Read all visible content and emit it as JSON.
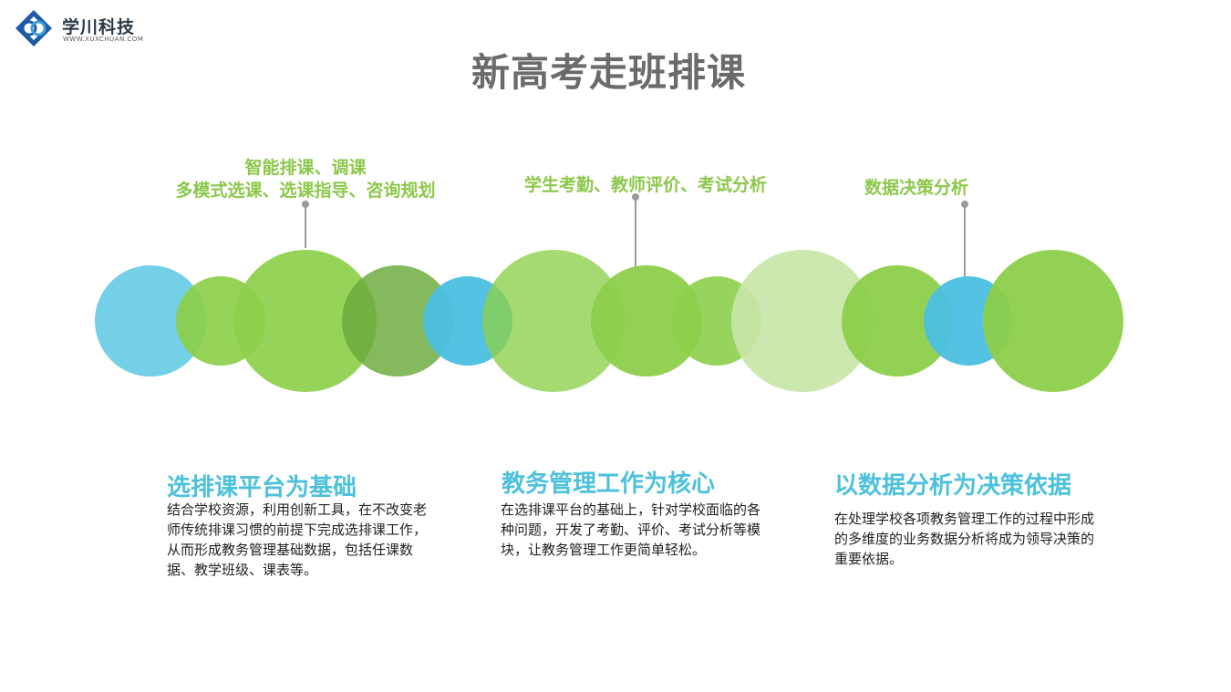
{
  "logo": {
    "name": "学川科技",
    "url": "WWW.XUXCHUAN.COM"
  },
  "title": "新高考走班排课",
  "callouts": [
    {
      "line1": "智能排课、调课",
      "line2": "多模式选课、选课指导、咨询规划"
    },
    {
      "line1": "学生考勤、教师评价、考试分析",
      "line2": ""
    },
    {
      "line1": "数据决策分析",
      "line2": ""
    }
  ],
  "colors": {
    "green": "#8ccf4b",
    "dark_green": "#6aaa3a",
    "light_green": "#c8e6a8",
    "blue": "#4bbfe0",
    "light_blue": "#6ccde6",
    "title_gray": "#6b6b6b",
    "section_blue": "#4dc1dc"
  },
  "sections": [
    {
      "title": "选排课平台为基础",
      "body": "结合学校资源，利用创新工具，在不改变老师传统排课习惯的前提下完成选排课工作，从而形成教务管理基础数据，包括任课数据、教学班级、课表等。"
    },
    {
      "title": "教务管理工作为核心",
      "body": "在选排课平台的基础上，针对学校面临的各种问题，开发了考勤、评价、考试分析等模块，让教务管理工作更简单轻松。"
    },
    {
      "title": "以数据分析为决策依据",
      "body": "在处理学校各项教务管理工作的过程中形成的多维度的业务数据分析将成为领导决策的重要依据。"
    }
  ]
}
